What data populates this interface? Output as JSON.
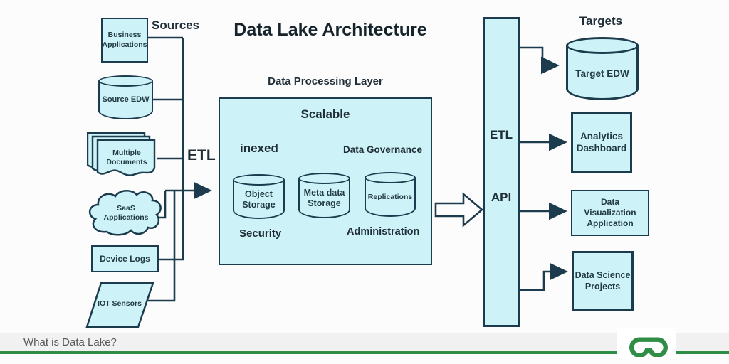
{
  "title": "Data Lake Architecture",
  "sources": {
    "heading": "Sources",
    "etl_label": "ETL",
    "items": [
      {
        "label": "Business Applications"
      },
      {
        "label": "Source EDW"
      },
      {
        "label": "Multiple Documents"
      },
      {
        "label": "SaaS Applications"
      },
      {
        "label": "Device Logs"
      },
      {
        "label": "IOT Sensors"
      }
    ]
  },
  "processing": {
    "heading": "Data Processing Layer",
    "scalable_label": "Scalable",
    "indexed_label": "inexed",
    "governance_label": "Data Governance",
    "security_label": "Security",
    "administration_label": "Administration",
    "stores": [
      {
        "label": "Object Storage"
      },
      {
        "label": "Meta data Storage"
      },
      {
        "label": "Replications"
      }
    ]
  },
  "gateway": {
    "etl_label": "ETL",
    "api_label": "API"
  },
  "targets": {
    "heading": "Targets",
    "items": [
      {
        "label": "Target EDW"
      },
      {
        "label": "Analytics Dashboard"
      },
      {
        "label": "Data Visualization Application"
      },
      {
        "label": "Data Science Projects"
      }
    ]
  },
  "footer": {
    "caption": "What is Data Lake?"
  },
  "colors": {
    "shape_fill": "#cdf3f8",
    "shape_stroke": "#1c3c4e",
    "brand_green": "#2f8d46"
  }
}
